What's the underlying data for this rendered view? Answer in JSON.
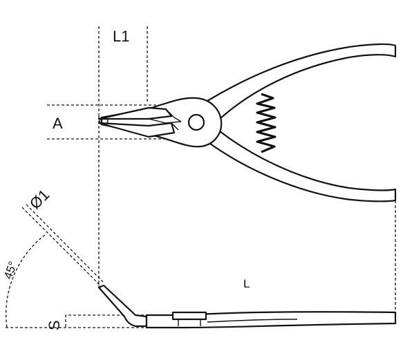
{
  "labels": {
    "l1": "L1",
    "a": "A",
    "phi1": "Ø1",
    "angle": "45°",
    "l": "L",
    "s": "S"
  }
}
